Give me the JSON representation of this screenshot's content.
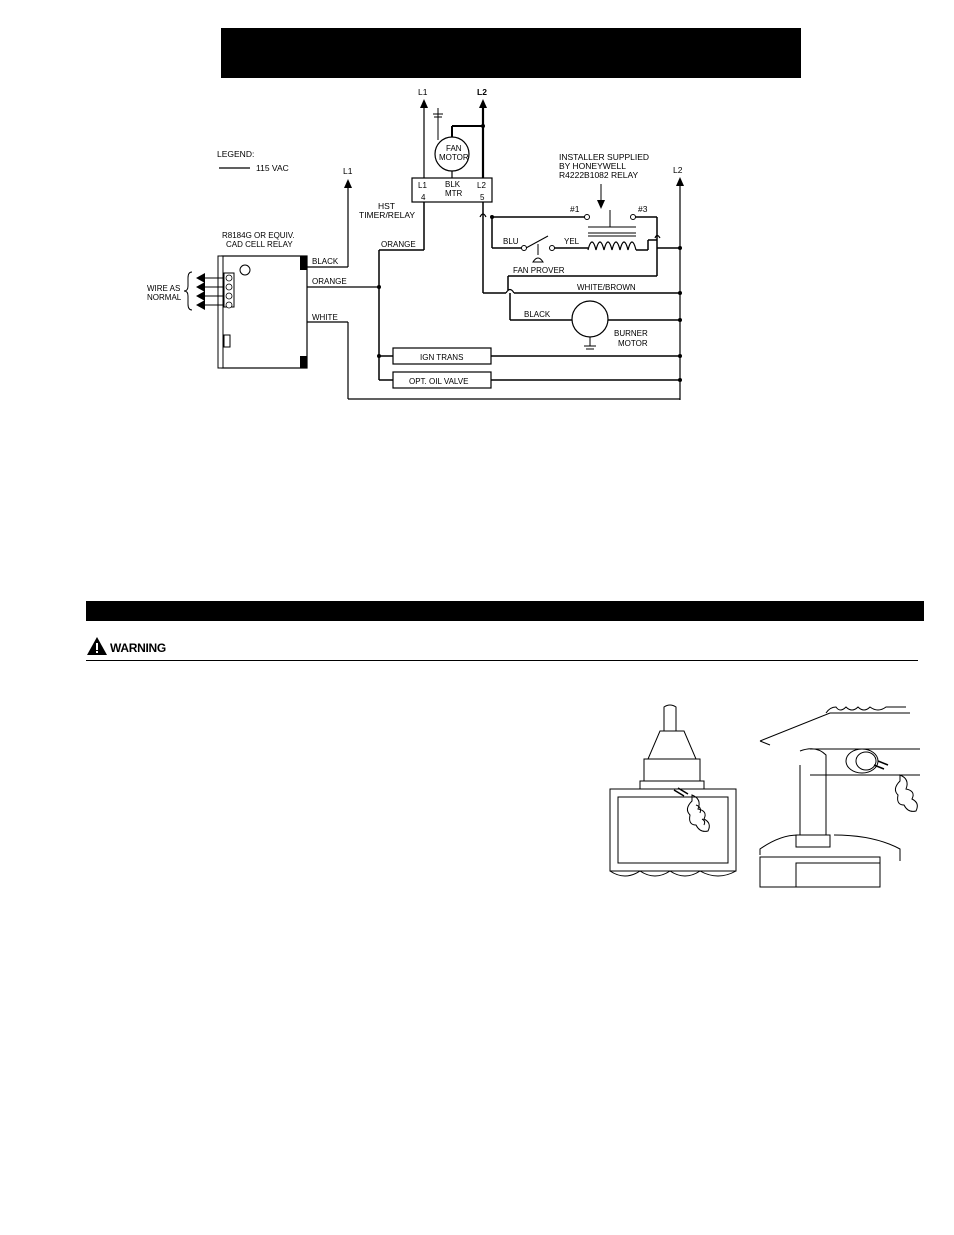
{
  "diagram": {
    "legend": {
      "title": "LEGEND:",
      "item": "115 VAC"
    },
    "terminals": {
      "l1": "L1",
      "l2": "L2"
    },
    "fan_motor": {
      "line1": "FAN",
      "line2": "MOTOR"
    },
    "timer_block": {
      "l1": "L1",
      "blk": "BLK",
      "mtr": "MTR",
      "l2": "L2",
      "t4": "4",
      "t5": "5"
    },
    "hst_label": {
      "line1": "HST",
      "line2": "TIMER/RELAY"
    },
    "installer_note": {
      "line1": "INSTALLER SUPPLIED",
      "line2": "BY HONEYWELL",
      "line3": "R4222B1082 RELAY"
    },
    "relay_contacts": {
      "c1": "#1",
      "c3": "#3"
    },
    "wires": {
      "blu": "BLU",
      "yel": "YEL",
      "black_top": "BLACK",
      "orange_left": "ORANGE",
      "orange_top": "ORANGE",
      "white_left": "WHITE",
      "white_brown": "WHITE/BROWN",
      "black_burner": "BLACK"
    },
    "cad_cell": {
      "line1": "R8184G OR EQUIV.",
      "line2": "CAD CELL RELAY"
    },
    "wire_as_normal": {
      "line1": "WIRE AS",
      "line2": "NORMAL"
    },
    "fan_prover": "FAN PROVER",
    "burner_motor": {
      "line1": "BURNER",
      "line2": "MOTOR"
    },
    "ign_trans": "IGN TRANS",
    "opt_oil_valve": "OPT. OIL VALVE"
  },
  "warning": {
    "label": "WARNING"
  }
}
